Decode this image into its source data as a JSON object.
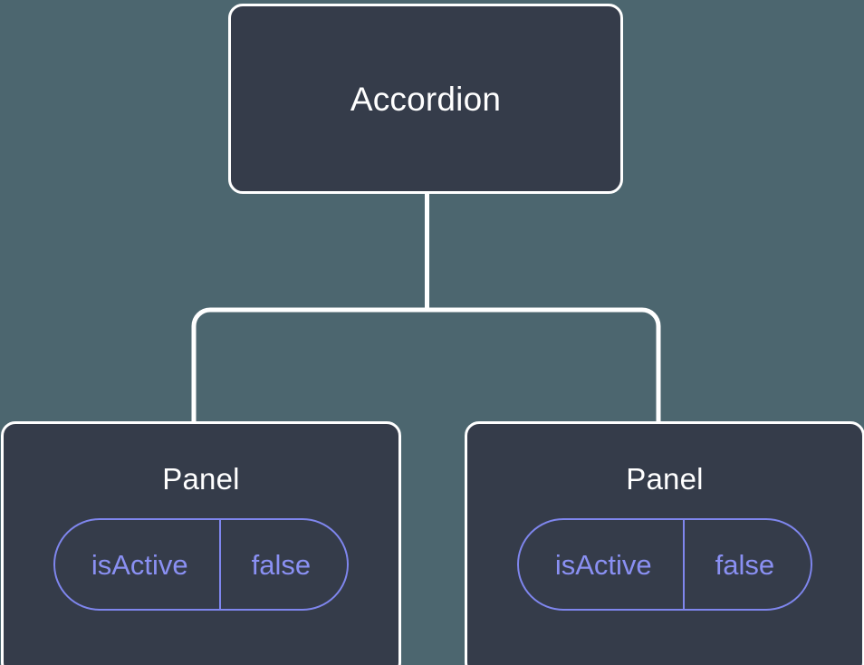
{
  "diagram": {
    "background_color": "#4c666f",
    "node_fill_color": "#353c4a",
    "node_border_color": "#ffffff",
    "accent_color": "#8a90f3",
    "connector_color": "#ffffff",
    "root": {
      "label": "Accordion"
    },
    "children": [
      {
        "label": "Panel",
        "prop": {
          "key": "isActive",
          "value": "false"
        }
      },
      {
        "label": "Panel",
        "prop": {
          "key": "isActive",
          "value": "false"
        }
      }
    ]
  }
}
